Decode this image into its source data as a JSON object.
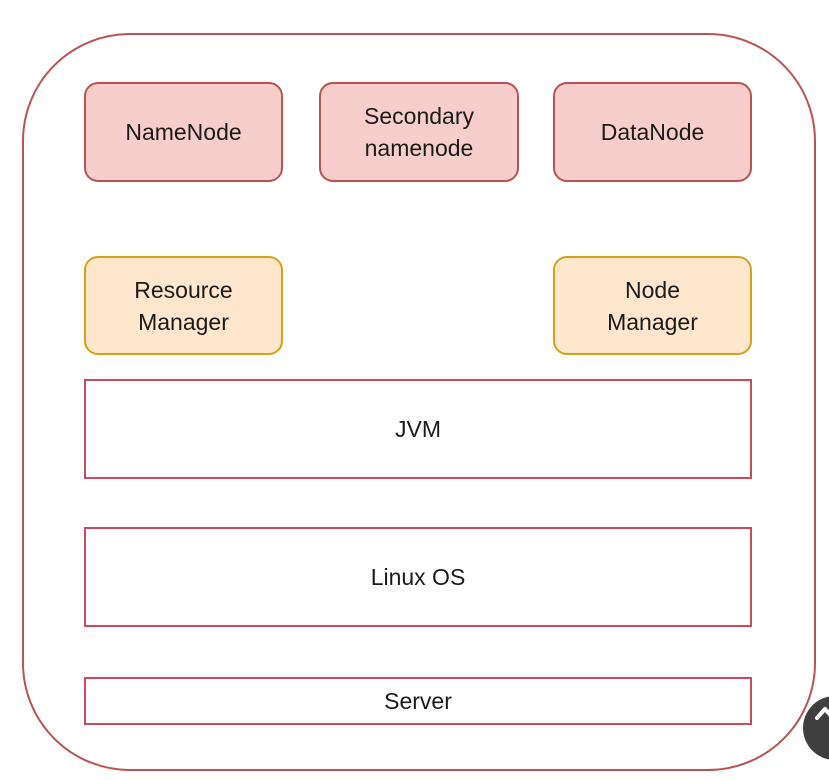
{
  "diagram": {
    "components": {
      "namenode": "NameNode",
      "secondary_namenode": "Secondary\nnamenode",
      "datanode": "DataNode",
      "resource_manager": "Resource\nManager",
      "node_manager": "Node\nManager"
    },
    "layers": {
      "jvm": "JVM",
      "linux_os": "Linux OS",
      "server": "Server"
    }
  },
  "colors": {
    "hdfs_fill": "#f8cecc",
    "hdfs_stroke": "#b85450",
    "yarn_fill": "#ffe6cc",
    "yarn_stroke": "#d6a11a",
    "layer_stroke": "#c84a5c",
    "frame_stroke": "#b85450"
  },
  "scroll_button": {
    "icon": "chevron-up-icon"
  }
}
